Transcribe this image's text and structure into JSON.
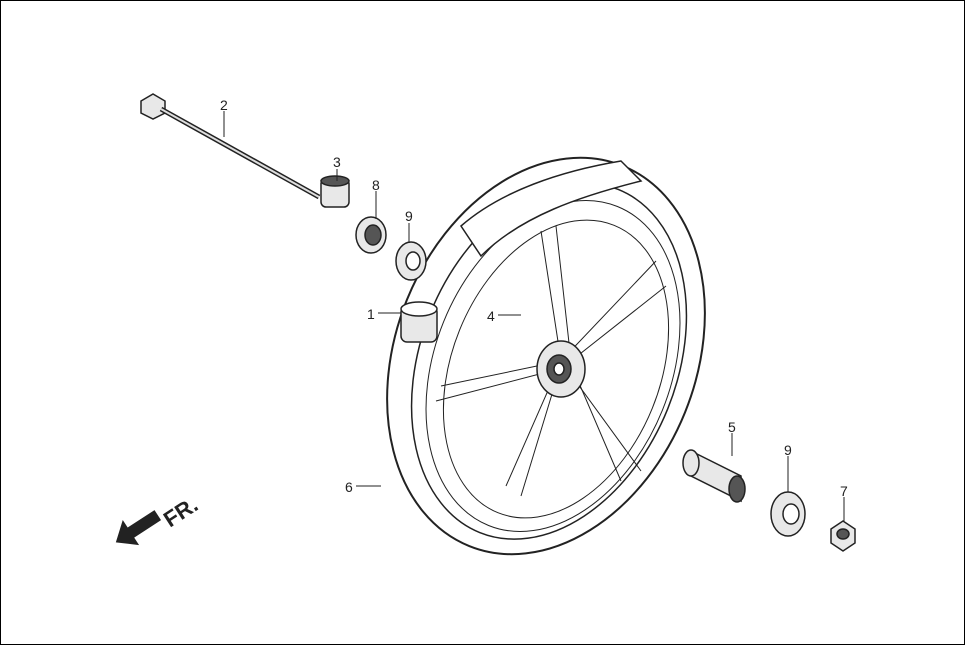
{
  "callouts": [
    {
      "number": "1",
      "part": "hub-collar"
    },
    {
      "number": "2",
      "part": "axle-bolt"
    },
    {
      "number": "3",
      "part": "axle-collar"
    },
    {
      "number": "4",
      "part": "wheel-rim"
    },
    {
      "number": "5",
      "part": "distance-collar"
    },
    {
      "number": "6",
      "part": "tire"
    },
    {
      "number": "7",
      "part": "axle-nut"
    },
    {
      "number": "8",
      "part": "dust-seal"
    },
    {
      "number": "9",
      "part": "bearing-left"
    },
    {
      "number": "9",
      "part": "bearing-right"
    }
  ],
  "direction_label": "FR.",
  "icons": [
    "front-direction-arrow"
  ]
}
